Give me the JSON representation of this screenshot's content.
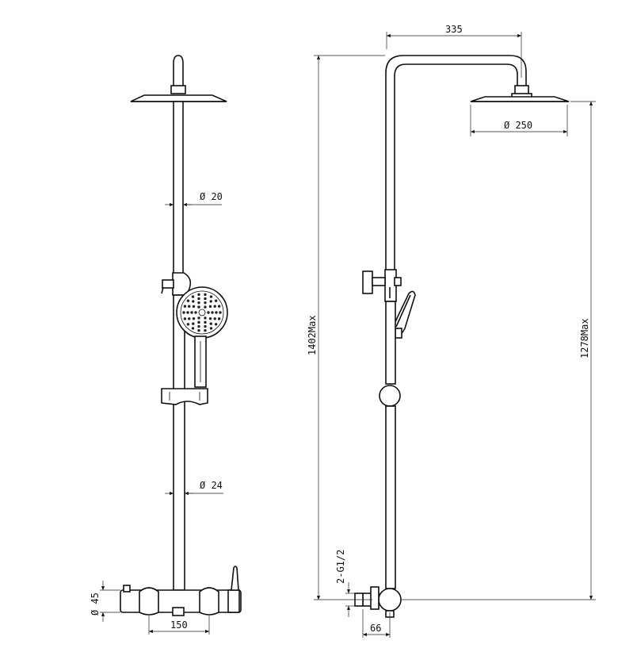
{
  "dimensions": {
    "top_arm_width": "335",
    "head_diameter": "Ø 250",
    "riser_upper_diameter": "Ø 20",
    "riser_lower_diameter": "Ø 24",
    "max_height_total": "1402Max",
    "max_height_head": "1278Max",
    "valve_height": "Ø 45",
    "inlet_spacing": "150",
    "inlet_thread": "2-G1/2",
    "wall_offset": "66"
  }
}
